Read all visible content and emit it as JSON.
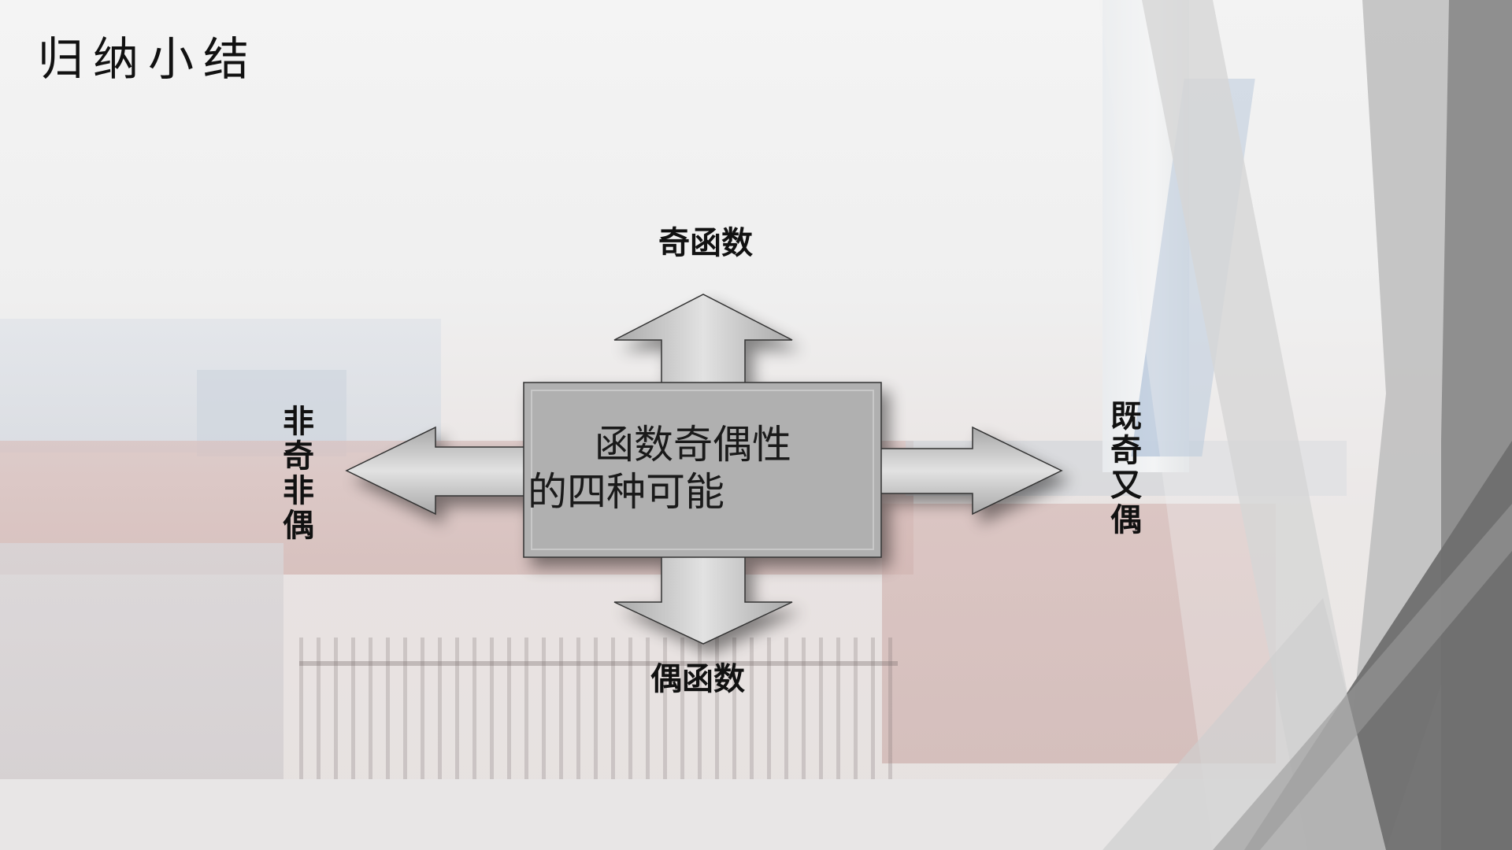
{
  "slide": {
    "title": "归纳小结",
    "center": {
      "line1": "函数奇偶性",
      "line2": "的四种可能"
    },
    "branches": {
      "top": "奇函数",
      "bottom": "偶函数",
      "left": "非奇非偶",
      "right": "既奇又偶"
    }
  },
  "colors": {
    "arrow_fill": "#c9c9c9",
    "center_fill": "#b0b0b0",
    "decor_dark": "#6f6f6f",
    "decor_light": "#bdbdbd"
  }
}
